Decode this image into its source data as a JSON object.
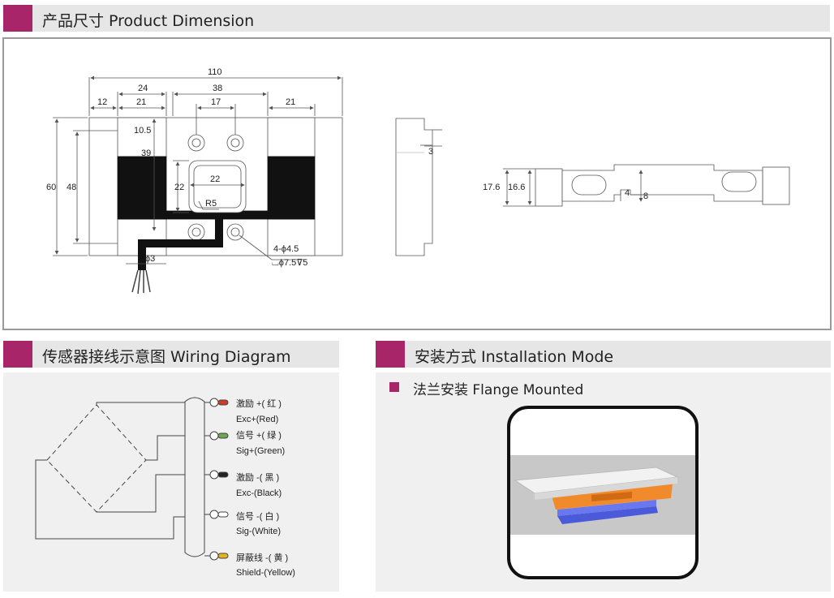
{
  "colors": {
    "accent": "#a8256a",
    "header_bg": "#e6e6e6",
    "panel_bg": "#f0f0f0",
    "frame": "#9a9a9a"
  },
  "dimension_section": {
    "title": "产品尺寸 Product Dimension",
    "top_view": {
      "dims": {
        "overall_width": "110",
        "left_offset": "24",
        "center_width": "38",
        "end_width_left": "12",
        "section_left": "21",
        "hole_spacing": "17",
        "section_right": "21",
        "hole_offset": "10.5",
        "hole_center_height": "39",
        "overall_height": "60",
        "inner_height": "48",
        "window_width": "22",
        "window_height": "22",
        "corner_radius": "R5",
        "cable_diameter": "ϕ3"
      },
      "hole_note_1": "4-ϕ4.5",
      "hole_note_2": "⌴ϕ7.5⊽5"
    },
    "side_view": {
      "depth": "3"
    },
    "front_view": {
      "height_outer": "17.6",
      "height_inner": "16.6",
      "gap": "4",
      "thickness": "8"
    }
  },
  "wiring_section": {
    "title": "传感器接线示意图 Wiring Diagram",
    "wires": [
      {
        "cn": "激励 +( 红 )",
        "en": "Exc+(Red)",
        "color": "#d03a2a"
      },
      {
        "cn": "信号 +( 绿 )",
        "en": "Sig+(Green)",
        "color": "#6aa84f"
      },
      {
        "cn": "激励 -( 黑 )",
        "en": "Exc-(Black)",
        "color": "#222222"
      },
      {
        "cn": "信号 -( 白 )",
        "en": "Sig-(White)",
        "color": "#ffffff"
      },
      {
        "cn": "屏蔽线 -( 黄 )",
        "en": "Shield-(Yellow)",
        "color": "#e6b422"
      }
    ]
  },
  "installation_section": {
    "title": "安装方式 Installation Mode",
    "sub_label": "法兰安装 Flange Mounted"
  }
}
